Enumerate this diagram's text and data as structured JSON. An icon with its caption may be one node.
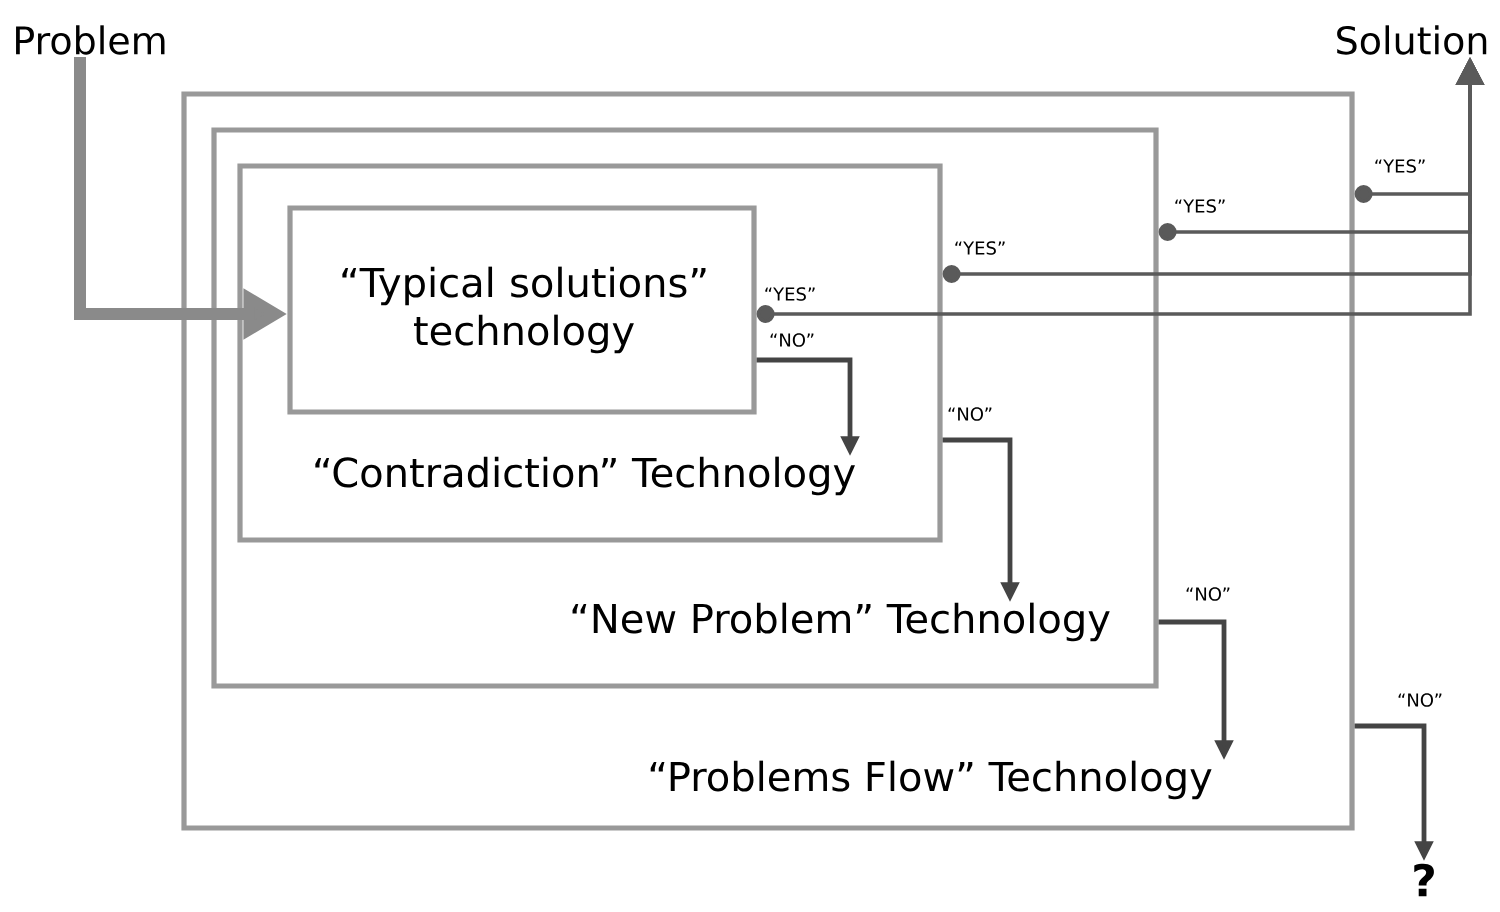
{
  "diagram": {
    "nodes": [
      {
        "text": [
          "Problem"
        ]
      },
      {
        "text": [
          "“Problems Flow” Technology"
        ]
      },
      {
        "text": [
          "“New Problem” Technology"
        ],
        "in": 1
      },
      {
        "text": [
          "“Contradiction” Technology"
        ],
        "in": 2
      },
      {
        "text": [
          "“Typical solutions” technology"
        ],
        "in": 3
      },
      {
        "text": [
          "Solution"
        ]
      },
      {
        "text": [
          "?"
        ]
      }
    ],
    "edges": [
      {
        "from": 0,
        "to": 4,
        "arrow": "to",
        "style": "thick",
        "color": "#8a8a8a"
      },
      {
        "from": 4,
        "to": 5,
        "arrow": "to",
        "label": "“YES”"
      },
      {
        "from": 3,
        "to": 5,
        "arrow": "to",
        "label": "“YES”"
      },
      {
        "from": 2,
        "to": 5,
        "arrow": "to",
        "label": "“YES”"
      },
      {
        "from": 1,
        "to": 5,
        "arrow": "to",
        "label": "“YES”"
      },
      {
        "from": 4,
        "to": 3,
        "arrow": "to",
        "label": "“NO”"
      },
      {
        "from": 3,
        "to": 2,
        "arrow": "to",
        "label": "“NO”"
      },
      {
        "from": 2,
        "to": 1,
        "arrow": "to",
        "label": "“NO”"
      },
      {
        "from": 1,
        "to": 6,
        "arrow": "to",
        "label": "“NO”"
      }
    ]
  }
}
